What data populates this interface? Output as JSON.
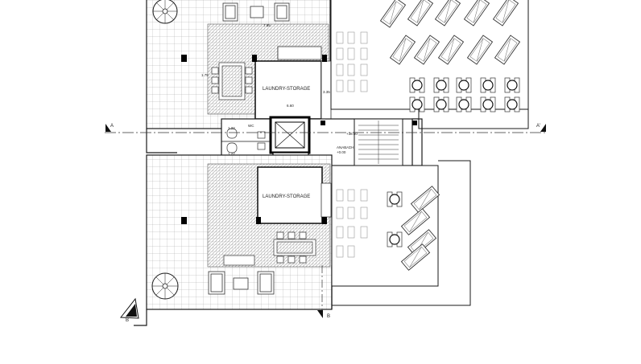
{
  "plan": {
    "section_a_left": "A",
    "section_a_right": "A'",
    "section_b_label": "B",
    "section_b_bottom": "B",
    "room_top_label": "LAUNDRY-STORAGE",
    "room_bottom_label": "LAUNDRY-STORAGE",
    "dim_top_room": "6.60",
    "dim_top_height": "3.35",
    "dim_left_1": "1.22",
    "dim_left_2": "1.22",
    "dim_left_3": "1.75",
    "dim_top_strip": "7.85",
    "wc_top": "WC",
    "wc_bottom": "WC",
    "lift_label": "ΑΝΑΒΑΣΗ",
    "stair_text_1": "+38.50",
    "stair_text_2": "+0.00"
  },
  "colors": {
    "line": "#1a1a1a",
    "grid": "#9a9a9a",
    "dark": "#000000",
    "furniture": "#333333"
  }
}
